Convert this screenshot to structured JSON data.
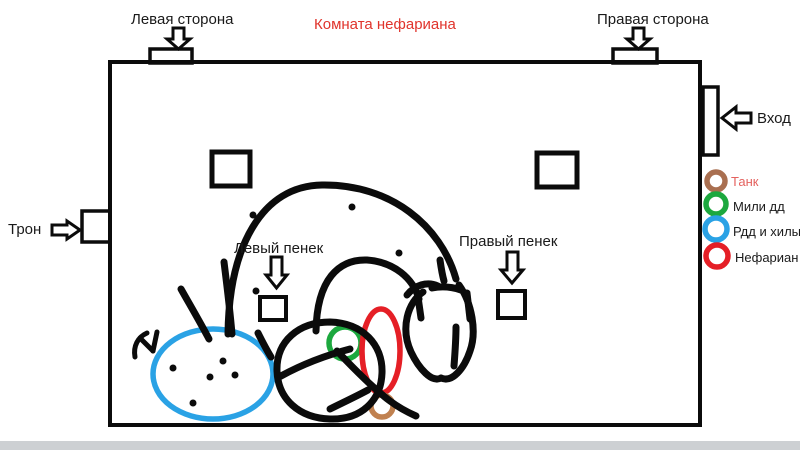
{
  "title": "Комната нефариана",
  "labels": {
    "left_side": "Левая сторона",
    "right_side": "Правая сторона",
    "entrance": "Вход",
    "throne": "Трон",
    "left_stump": "Левый пенек",
    "right_stump": "Правый пенек"
  },
  "legend": [
    {
      "label": "Танк",
      "ring_color": "#a96f50",
      "label_color": "#e4625f"
    },
    {
      "label": "Мили дд",
      "ring_color": "#1ca83e",
      "label_color": "#1a1a1a"
    },
    {
      "label": "Рдд и хилы",
      "ring_color": "#2aa2e5",
      "label_color": "#1a1a1a"
    },
    {
      "label": "Нефариан",
      "ring_color": "#e51f26",
      "label_color": "#1a1a1a"
    }
  ],
  "colors": {
    "title": "#e0342c",
    "ink": "#0b0b0b",
    "rdd_heal_zone": "#2aa2e5",
    "melee_zone": "#1ca83e",
    "nefarian_zone": "#e51f26",
    "tank_zone": "#c08150"
  }
}
